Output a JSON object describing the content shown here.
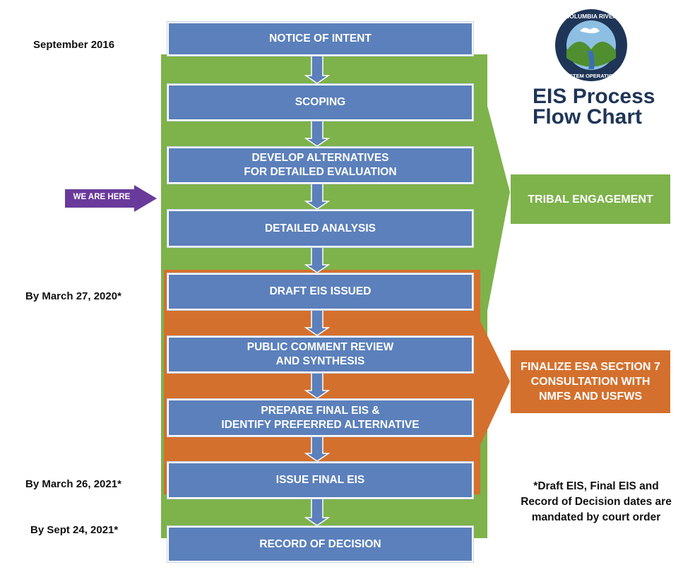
{
  "title": {
    "line1": "EIS Process",
    "line2": "Flow Chart"
  },
  "logo": {
    "text_top": "COLUMBIA RIVER",
    "text_bottom": "SYSTEM OPERATIONS"
  },
  "steps": [
    {
      "label": "NOTICE OF INTENT"
    },
    {
      "label": "SCOPING"
    },
    {
      "label": "DEVELOP ALTERNATIVES\nFOR DETAILED EVALUATION"
    },
    {
      "label": "DETAILED ANALYSIS"
    },
    {
      "label": "DRAFT EIS ISSUED"
    },
    {
      "label": "PUBLIC COMMENT REVIEW\nAND SYNTHESIS"
    },
    {
      "label": "PREPARE FINAL EIS &\nIDENTIFY PREFERRED ALTERNATIVE"
    },
    {
      "label": "ISSUE FINAL EIS"
    },
    {
      "label": "RECORD OF DECISION"
    }
  ],
  "dates": {
    "notice": "September 2016",
    "draft": "By March 27, 2020*",
    "final": "By March 26, 2021*",
    "record": "By Sept 24, 2021*"
  },
  "marker": {
    "label": "WE ARE HERE"
  },
  "side_boxes": {
    "tribal": "TRIBAL ENGAGEMENT",
    "esa": "FINALIZE ESA SECTION 7\nCONSULTATION WITH\nNMFS AND USFWS"
  },
  "footnote": "*Draft EIS, Final EIS and Record of Decision dates are mandated by court order",
  "colors": {
    "blue": "#5b80bb",
    "green": "#7eb24b",
    "orange": "#d4702d",
    "purple": "#6a3a9b",
    "navy": "#1f3557"
  }
}
